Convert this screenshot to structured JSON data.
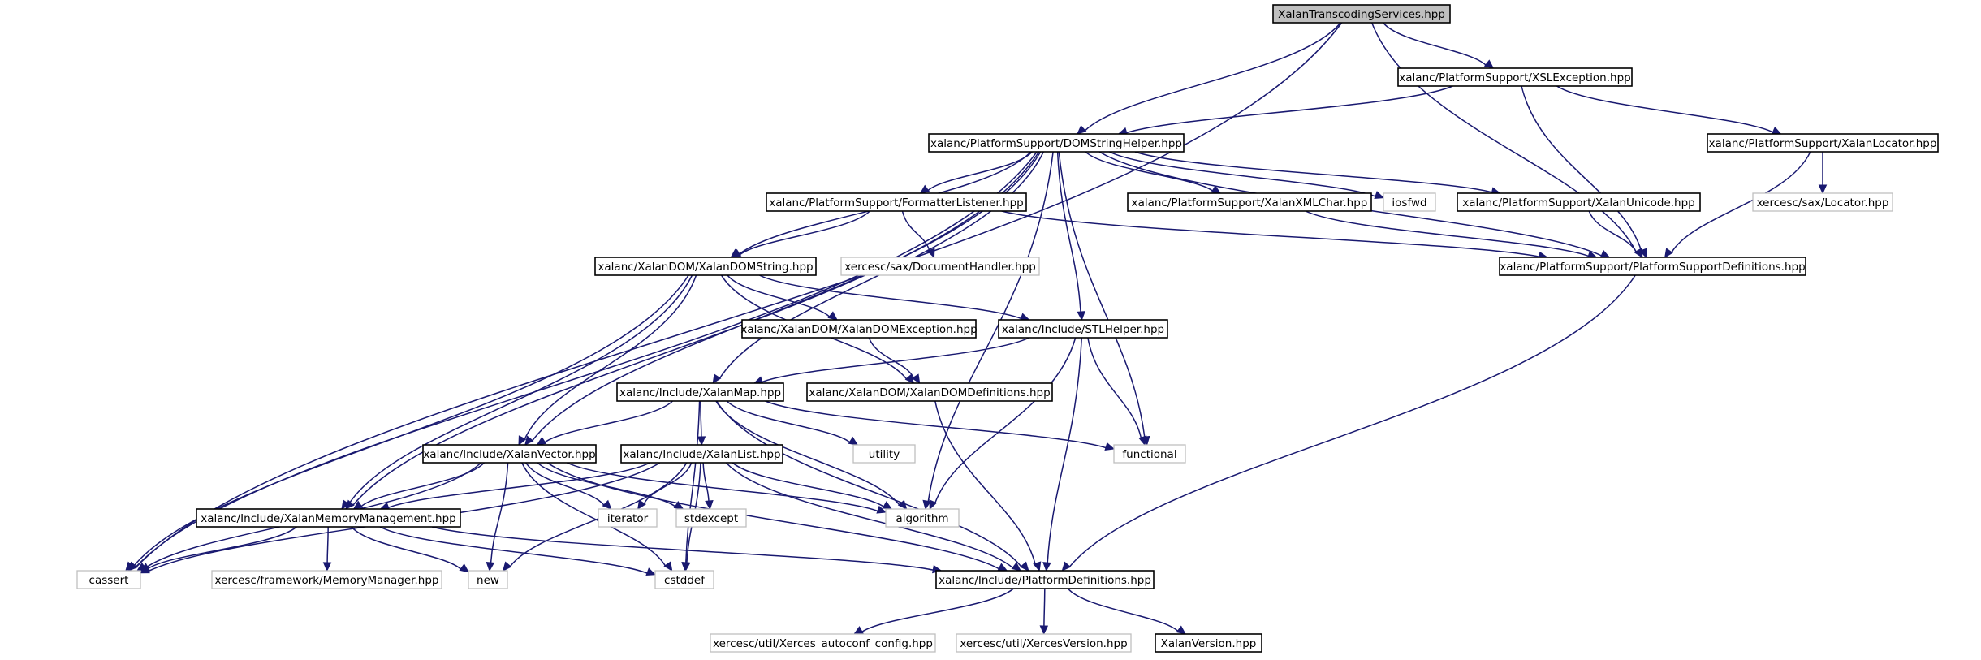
{
  "graph": {
    "root": "XalanTranscodingServices.hpp",
    "nodes": {
      "root": {
        "label": "XalanTranscodingServices.hpp",
        "kind": "root"
      },
      "xslexception": {
        "label": "xalanc/PlatformSupport/XSLException.hpp",
        "kind": "documented"
      },
      "domstringhelper": {
        "label": "xalanc/PlatformSupport/DOMStringHelper.hpp",
        "kind": "documented"
      },
      "xalanlocator": {
        "label": "xalanc/PlatformSupport/XalanLocator.hpp",
        "kind": "documented"
      },
      "formatterlistener": {
        "label": "xalanc/PlatformSupport/FormatterListener.hpp",
        "kind": "documented"
      },
      "xalanxmlchar": {
        "label": "xalanc/PlatformSupport/XalanXMLChar.hpp",
        "kind": "documented"
      },
      "iosfwd": {
        "label": "iosfwd",
        "kind": "external"
      },
      "xalanunicode": {
        "label": "xalanc/PlatformSupport/XalanUnicode.hpp",
        "kind": "documented"
      },
      "saxlocator": {
        "label": "xercesc/sax/Locator.hpp",
        "kind": "external"
      },
      "xalandomstring": {
        "label": "xalanc/XalanDOM/XalanDOMString.hpp",
        "kind": "documented"
      },
      "documenthandler": {
        "label": "xercesc/sax/DocumentHandler.hpp",
        "kind": "external"
      },
      "platformsupportdefs": {
        "label": "xalanc/PlatformSupport/PlatformSupportDefinitions.hpp",
        "kind": "documented"
      },
      "xalandomexception": {
        "label": "xalanc/XalanDOM/XalanDOMException.hpp",
        "kind": "documented"
      },
      "stlhelper": {
        "label": "xalanc/Include/STLHelper.hpp",
        "kind": "documented"
      },
      "xalanmap": {
        "label": "xalanc/Include/XalanMap.hpp",
        "kind": "documented"
      },
      "xalandomdefs": {
        "label": "xalanc/XalanDOM/XalanDOMDefinitions.hpp",
        "kind": "documented"
      },
      "utility": {
        "label": "utility",
        "kind": "external"
      },
      "functional": {
        "label": "functional",
        "kind": "external"
      },
      "xalanvector": {
        "label": "xalanc/Include/XalanVector.hpp",
        "kind": "documented"
      },
      "xalanlist": {
        "label": "xalanc/Include/XalanList.hpp",
        "kind": "documented"
      },
      "iterator": {
        "label": "iterator",
        "kind": "external"
      },
      "stdexcept": {
        "label": "stdexcept",
        "kind": "external"
      },
      "algorithm": {
        "label": "algorithm",
        "kind": "external"
      },
      "xalanmemmgmt": {
        "label": "xalanc/Include/XalanMemoryManagement.hpp",
        "kind": "documented"
      },
      "cassert": {
        "label": "cassert",
        "kind": "external"
      },
      "memorymanager": {
        "label": "xercesc/framework/MemoryManager.hpp",
        "kind": "external"
      },
      "new": {
        "label": "new",
        "kind": "external"
      },
      "cstddef": {
        "label": "cstddef",
        "kind": "external"
      },
      "platformdefs": {
        "label": "xalanc/Include/PlatformDefinitions.hpp",
        "kind": "documented"
      },
      "autoconf": {
        "label": "xercesc/util/Xerces_autoconf_config.hpp",
        "kind": "external"
      },
      "xercesversion": {
        "label": "xercesc/util/XercesVersion.hpp",
        "kind": "external"
      },
      "xalanversion": {
        "label": "XalanVersion.hpp",
        "kind": "documented"
      }
    },
    "edges": [
      [
        "root",
        "cassert"
      ],
      [
        "root",
        "domstringhelper"
      ],
      [
        "root",
        "xslexception"
      ],
      [
        "root",
        "platformsupportdefs"
      ],
      [
        "xslexception",
        "domstringhelper"
      ],
      [
        "xslexception",
        "xalanlocator"
      ],
      [
        "xslexception",
        "platformsupportdefs"
      ],
      [
        "xalanlocator",
        "saxlocator"
      ],
      [
        "xalanlocator",
        "platformsupportdefs"
      ],
      [
        "domstringhelper",
        "cassert"
      ],
      [
        "domstringhelper",
        "xalanmemmgmt"
      ],
      [
        "domstringhelper",
        "xalanvector"
      ],
      [
        "domstringhelper",
        "algorithm"
      ],
      [
        "domstringhelper",
        "xalanmap"
      ],
      [
        "domstringhelper",
        "xalandomstring"
      ],
      [
        "domstringhelper",
        "formatterlistener"
      ],
      [
        "domstringhelper",
        "stlhelper"
      ],
      [
        "domstringhelper",
        "functional"
      ],
      [
        "domstringhelper",
        "xalanxmlchar"
      ],
      [
        "domstringhelper",
        "iosfwd"
      ],
      [
        "domstringhelper",
        "xalanunicode"
      ],
      [
        "domstringhelper",
        "platformsupportdefs"
      ],
      [
        "formatterlistener",
        "xalandomstring"
      ],
      [
        "formatterlistener",
        "documenthandler"
      ],
      [
        "formatterlistener",
        "platformsupportdefs"
      ],
      [
        "xalanxmlchar",
        "platformsupportdefs"
      ],
      [
        "xalanunicode",
        "platformsupportdefs"
      ],
      [
        "platformsupportdefs",
        "platformdefs"
      ],
      [
        "xalandomstring",
        "cassert"
      ],
      [
        "xalandomstring",
        "xalanmemmgmt"
      ],
      [
        "xalandomstring",
        "xalanvector"
      ],
      [
        "xalandomstring",
        "xalandomexception"
      ],
      [
        "xalandomstring",
        "xalandomdefs"
      ],
      [
        "xalandomstring",
        "stlhelper"
      ],
      [
        "xalandomexception",
        "xalandomdefs"
      ],
      [
        "xalandomdefs",
        "platformdefs"
      ],
      [
        "stlhelper",
        "xalanmap"
      ],
      [
        "stlhelper",
        "algorithm"
      ],
      [
        "stlhelper",
        "functional"
      ],
      [
        "stlhelper",
        "platformdefs"
      ],
      [
        "xalanmap",
        "xalanvector"
      ],
      [
        "xalanmap",
        "xalanlist"
      ],
      [
        "xalanmap",
        "utility"
      ],
      [
        "xalanmap",
        "functional"
      ],
      [
        "xalanmap",
        "algorithm"
      ],
      [
        "xalanmap",
        "cstddef"
      ],
      [
        "xalanmap",
        "platformdefs"
      ],
      [
        "xalanvector",
        "cassert"
      ],
      [
        "xalanvector",
        "xalanmemmgmt"
      ],
      [
        "xalanvector",
        "iterator"
      ],
      [
        "xalanvector",
        "stdexcept"
      ],
      [
        "xalanvector",
        "algorithm"
      ],
      [
        "xalanvector",
        "new"
      ],
      [
        "xalanvector",
        "cstddef"
      ],
      [
        "xalanvector",
        "platformdefs"
      ],
      [
        "xalanlist",
        "cassert"
      ],
      [
        "xalanlist",
        "xalanmemmgmt"
      ],
      [
        "xalanlist",
        "iterator"
      ],
      [
        "xalanlist",
        "stdexcept"
      ],
      [
        "xalanlist",
        "algorithm"
      ],
      [
        "xalanlist",
        "new"
      ],
      [
        "xalanlist",
        "cstddef"
      ],
      [
        "xalanlist",
        "platformdefs"
      ],
      [
        "xalanmemmgmt",
        "cassert"
      ],
      [
        "xalanmemmgmt",
        "memorymanager"
      ],
      [
        "xalanmemmgmt",
        "new"
      ],
      [
        "xalanmemmgmt",
        "cstddef"
      ],
      [
        "xalanmemmgmt",
        "platformdefs"
      ],
      [
        "platformdefs",
        "autoconf"
      ],
      [
        "platformdefs",
        "xercesversion"
      ],
      [
        "platformdefs",
        "xalanversion"
      ]
    ],
    "colors": {
      "edge": "#191970",
      "root_fill": "#bfbfbf",
      "documented_border": "#000000",
      "external_border": "#bfbfbf"
    }
  }
}
